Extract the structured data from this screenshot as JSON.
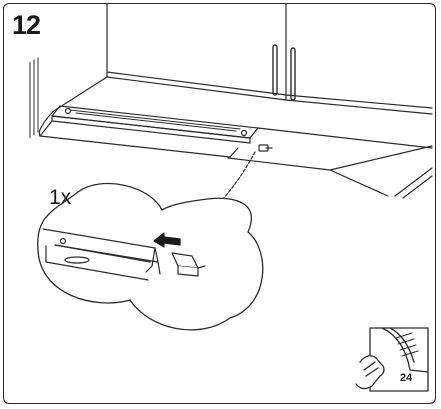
{
  "step": {
    "number": "12"
  },
  "callout": {
    "quantity": "1x"
  },
  "page_reference": {
    "page": "24"
  },
  "colors": {
    "line": "#2b2b2b",
    "fill_dark": "#1a1a1a",
    "background": "#ffffff"
  },
  "icons": [
    "arrow-left-icon",
    "page-turn-icon"
  ]
}
